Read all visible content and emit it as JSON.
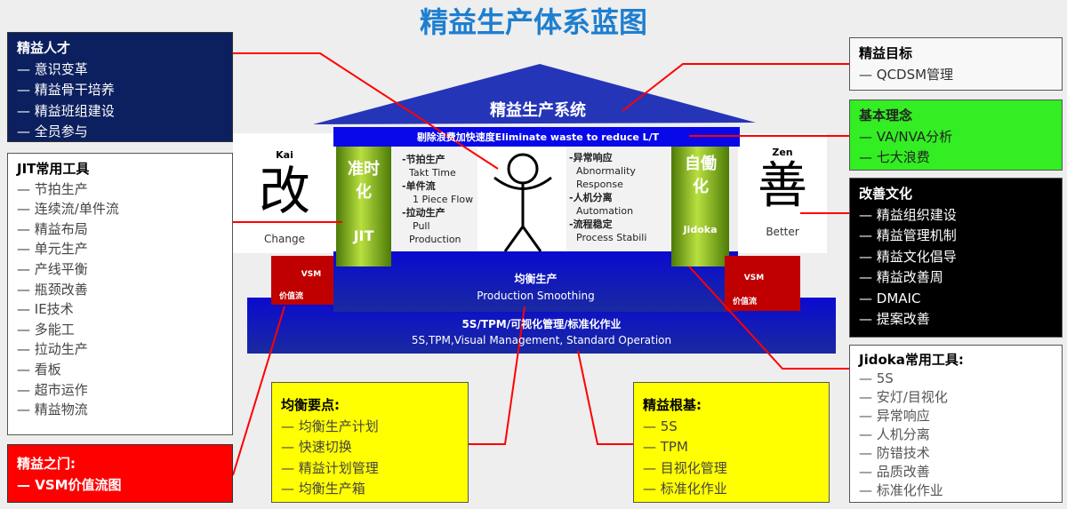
{
  "title": "精益生产体系蓝图",
  "house": {
    "roof": "精益生产系统",
    "band": "剔除浪费加快速度Eliminate waste to reduce L/T",
    "kai": {
      "top": "Kai",
      "char": "改",
      "bottom": "Change"
    },
    "zen": {
      "top": "Zen",
      "char": "善",
      "bottom": "Better"
    },
    "left_pillar": {
      "cn": "准时化",
      "en": "JIT"
    },
    "right_pillar": {
      "cn": "自働化",
      "en": "Jidoka"
    },
    "jit_items": [
      "-节拍生产",
      "Takt Time",
      "-单件流",
      "1 Piece Flow",
      "-拉动生产",
      "Pull",
      "Production"
    ],
    "jidoka_items": [
      "-异常响应",
      "Abnormality",
      "Response",
      "-人机分离",
      "Automation",
      "-流程稳定",
      "Process Stabili"
    ],
    "platform": {
      "cn": "均衡生产",
      "en": "Production Smoothing"
    },
    "base": {
      "cn": "5S/TPM/可视化管理/标准化作业",
      "en": "5S,TPM,Visual Management, Standard Operation"
    },
    "vsm": {
      "top": "VSM",
      "bottom": "价值流"
    }
  },
  "boxes": {
    "talent": {
      "title": "精益人才",
      "items": [
        "— 意识变革",
        "— 精益骨干培养",
        "— 精益班组建设",
        "— 全员参与"
      ]
    },
    "jit_tools": {
      "title": "JIT常用工具",
      "items": [
        "— 节拍生产",
        "— 连续流/单件流",
        "— 精益布局",
        "— 单元生产",
        "— 产线平衡",
        "— 瓶颈改善",
        "— IE技术",
        "— 多能工",
        "— 拉动生产",
        "— 看板",
        "— 超市运作",
        "— 精益物流"
      ]
    },
    "gate": {
      "title": "精益之门:",
      "items": [
        "— VSM价值流图"
      ]
    },
    "goal": {
      "title": "精益目标",
      "items": [
        "— QCDSM管理"
      ]
    },
    "concept": {
      "title": "基本理念",
      "items": [
        "— VA/NVA分析",
        "— 七大浪费"
      ]
    },
    "culture": {
      "title": "改善文化",
      "items": [
        "— 精益组织建设",
        "— 精益管理机制",
        "— 精益文化倡导",
        "— 精益改善周",
        "— DMAIC",
        "— 提案改善"
      ]
    },
    "jidoka_tools": {
      "title": "Jidoka常用工具:",
      "items": [
        "— 5S",
        "— 安灯/目视化",
        "— 异常响应",
        "— 人机分离",
        "— 防错技术",
        "— 品质改善",
        "— 标准化作业"
      ]
    },
    "balance": {
      "title": "均衡要点:",
      "items": [
        "— 均衡生产计划",
        "— 快速切换",
        "— 精益计划管理",
        "— 均衡生产箱"
      ]
    },
    "foundation": {
      "title": "精益根基:",
      "items": [
        "— 5S",
        "— TPM",
        "— 目视化管理",
        "— 标准化作业"
      ]
    }
  },
  "colors": {
    "title": "#1e7fd0",
    "navy": "#0c1f5e",
    "green": "#33ee22",
    "yellow": "#ffff00",
    "red": "#ff0000",
    "blue": "#1010d8",
    "pillar": "#7aa818"
  }
}
